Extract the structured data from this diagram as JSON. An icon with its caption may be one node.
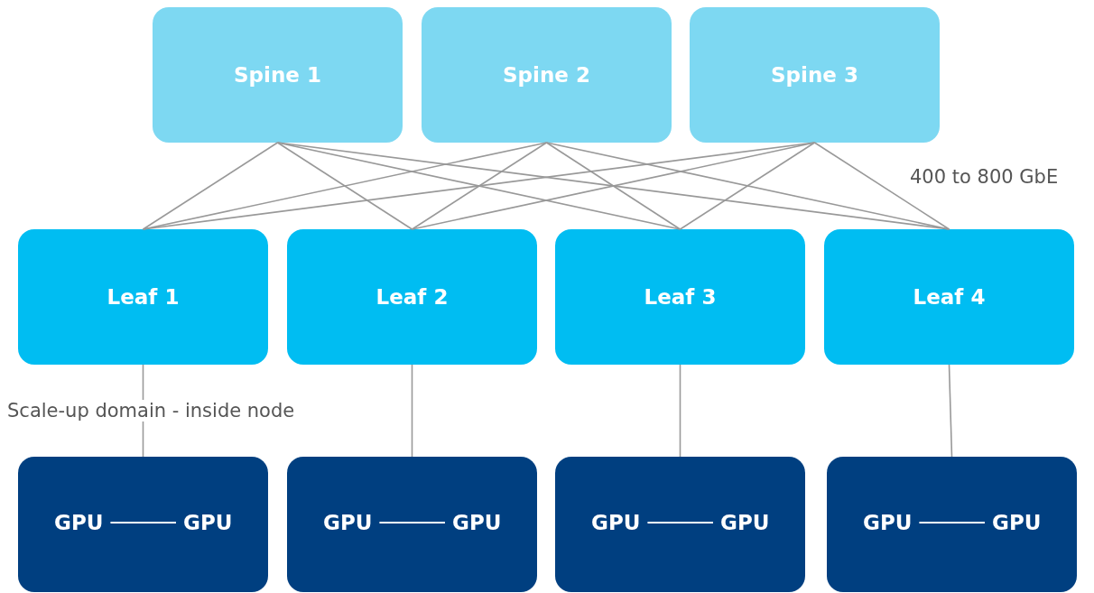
{
  "diagram": {
    "nodes": [
      {
        "text": [
          "Spine 1"
        ]
      },
      {
        "text": [
          "Spine 2"
        ]
      },
      {
        "text": [
          "Spine 3"
        ]
      },
      {
        "text": [
          "Leaf 1"
        ]
      },
      {
        "text": [
          "Leaf 2"
        ]
      },
      {
        "text": [
          "Leaf 3"
        ]
      },
      {
        "text": [
          "Leaf 4"
        ]
      },
      {
        "text": [],
        "shape": "box"
      },
      {
        "text": [
          "GPU"
        ],
        "in": 7
      },
      {
        "text": [
          "GPU"
        ],
        "in": 7
      },
      {
        "text": [],
        "shape": "box"
      },
      {
        "text": [
          "GPU"
        ],
        "in": 10
      },
      {
        "text": [
          "GPU"
        ],
        "in": 10
      },
      {
        "text": [],
        "shape": "box"
      },
      {
        "text": [
          "GPU"
        ],
        "in": 13
      },
      {
        "text": [
          "GPU"
        ],
        "in": 13
      },
      {
        "text": [],
        "shape": "box"
      },
      {
        "text": [
          "GPU"
        ],
        "in": 16
      },
      {
        "text": [
          "GPU"
        ],
        "in": 16
      }
    ],
    "edges": [
      {
        "from": 0,
        "to": 3,
        "arrow": "none"
      },
      {
        "from": 0,
        "to": 4,
        "arrow": "none"
      },
      {
        "from": 0,
        "to": 5,
        "arrow": "none"
      },
      {
        "from": 0,
        "to": 6,
        "arrow": "none"
      },
      {
        "from": 1,
        "to": 3,
        "arrow": "none"
      },
      {
        "from": 1,
        "to": 4,
        "arrow": "none"
      },
      {
        "from": 1,
        "to": 5,
        "arrow": "none"
      },
      {
        "from": 1,
        "to": 6,
        "arrow": "none"
      },
      {
        "from": 2,
        "to": 3,
        "arrow": "none"
      },
      {
        "from": 2,
        "to": 4,
        "arrow": "none"
      },
      {
        "from": 2,
        "to": 5,
        "arrow": "none"
      },
      {
        "from": 2,
        "to": 6,
        "arrow": "none"
      },
      {
        "from": 3,
        "to": 7,
        "arrow": "none"
      },
      {
        "from": 4,
        "to": 10,
        "arrow": "none"
      },
      {
        "from": 5,
        "to": 13,
        "arrow": "none"
      },
      {
        "from": 6,
        "to": 16,
        "arrow": "none"
      },
      {
        "from": 8,
        "to": 9,
        "arrow": "none",
        "color": "#ffffff"
      },
      {
        "from": 11,
        "to": 12,
        "arrow": "none",
        "color": "#ffffff"
      },
      {
        "from": 14,
        "to": 15,
        "arrow": "none",
        "color": "#ffffff"
      },
      {
        "from": 17,
        "to": 18,
        "arrow": "none",
        "color": "#ffffff"
      }
    ],
    "labels": [
      "400 to 800 GbE",
      "Scale-up domain - inside node"
    ]
  }
}
